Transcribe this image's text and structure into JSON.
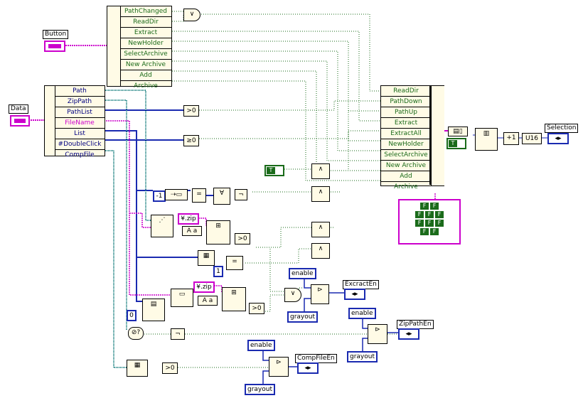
{
  "terminals": {
    "button": "Button",
    "data": "Data",
    "selection": "Selection",
    "extract_en": "ExcractEn",
    "zippath_en": "ZipPathEn",
    "compfile_en": "CompFileEn"
  },
  "button_unbundle": [
    "PathChanged",
    "ReadDir",
    "Extract",
    "NewHolder",
    "SelectArchive",
    "New Archive",
    "Add",
    "Archive"
  ],
  "data_unbundle": [
    "Path",
    "ZipPath",
    "PathList",
    "FileName",
    "List",
    "#DoubleClick",
    "CompFile"
  ],
  "build_array": [
    "ReadDir",
    "PathDown",
    "PathUp",
    "Extract",
    "ExtractAll",
    "NewHolder",
    "SelectArchive",
    "New Archive",
    "Add",
    "Archive"
  ],
  "constants": {
    "zip1": "¥.zip",
    "zip2": "¥.zip",
    "neg_one": "-1",
    "one": "1",
    "zero": "0",
    "enable": "enable",
    "grayout": "grayout",
    "u16": "U16",
    "plus_one": "+1",
    "gt0": ">0",
    "ge0": "≥0",
    "eq": "=",
    "or": "∨",
    "and": "∧",
    "not": "¬",
    "aa": "A a",
    "true_label": "T",
    "false_label": "F"
  },
  "colors": {
    "pink": "#cc00cc",
    "blue": "#1a2ab0",
    "green": "#1a6b1a",
    "teal": "#1a8080"
  }
}
